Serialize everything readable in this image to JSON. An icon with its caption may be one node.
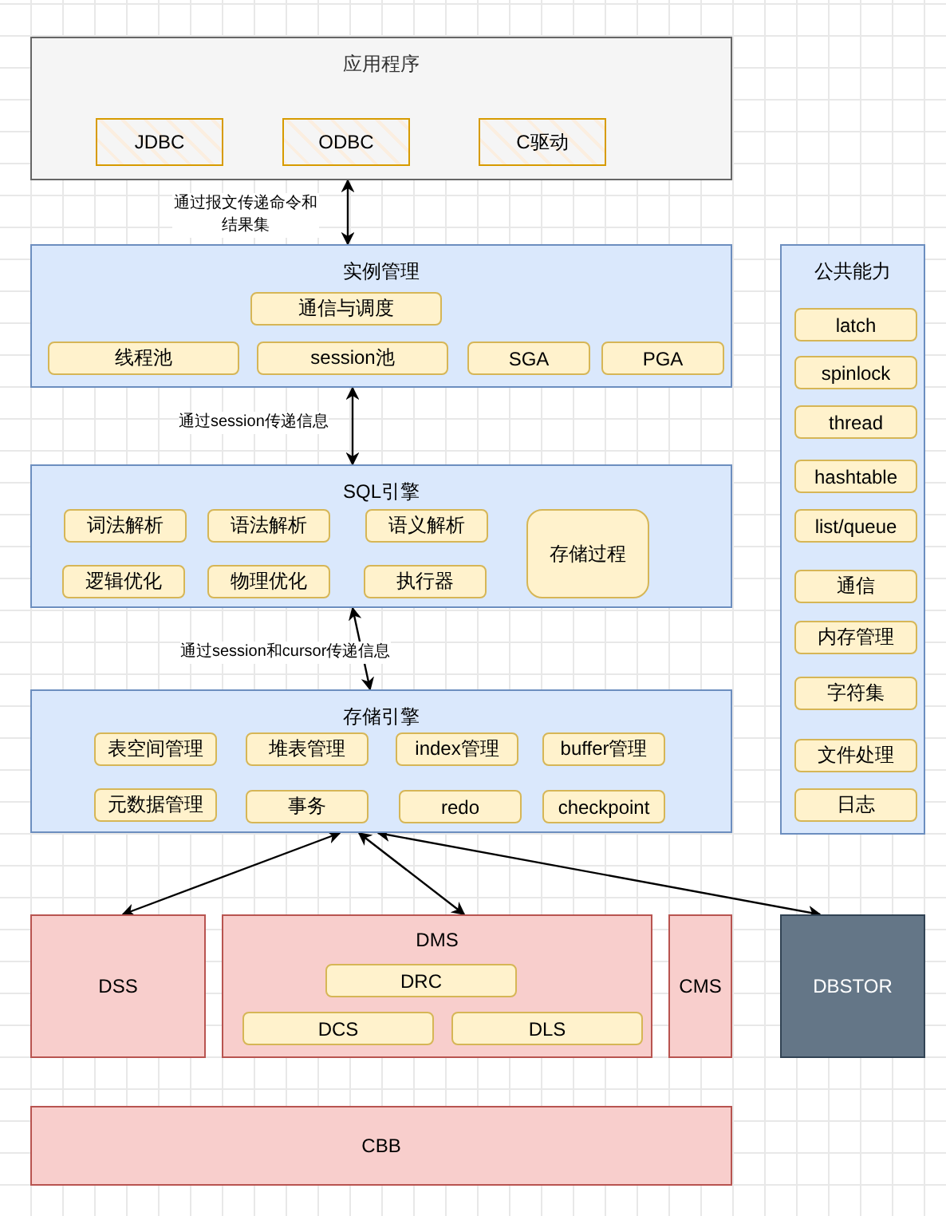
{
  "diagram": {
    "nodes": [
      {
        "text": [
          "应用程序"
        ]
      },
      {
        "text": [
          "JDBC"
        ],
        "in": 0
      },
      {
        "text": [
          "ODBC"
        ],
        "in": 0
      },
      {
        "text": [
          "C驱动"
        ],
        "in": 0
      },
      {
        "text": [
          "实例管理"
        ]
      },
      {
        "text": [
          "通信与调度"
        ],
        "in": 4
      },
      {
        "text": [
          "线程池"
        ],
        "in": 4
      },
      {
        "text": [
          "session池"
        ],
        "in": 4
      },
      {
        "text": [
          "SGA"
        ],
        "in": 4
      },
      {
        "text": [
          "PGA"
        ],
        "in": 4
      },
      {
        "text": [
          "SQL引擎"
        ]
      },
      {
        "text": [
          "词法解析"
        ],
        "in": 10
      },
      {
        "text": [
          "语法解析"
        ],
        "in": 10
      },
      {
        "text": [
          "语义解析"
        ],
        "in": 10
      },
      {
        "text": [
          "存储过程"
        ],
        "in": 10
      },
      {
        "text": [
          "逻辑优化"
        ],
        "in": 10
      },
      {
        "text": [
          "物理优化"
        ],
        "in": 10
      },
      {
        "text": [
          "执行器"
        ],
        "in": 10
      },
      {
        "text": [
          "存储引擎"
        ]
      },
      {
        "text": [
          "表空间管理"
        ],
        "in": 18
      },
      {
        "text": [
          "堆表管理"
        ],
        "in": 18
      },
      {
        "text": [
          "index管理"
        ],
        "in": 18
      },
      {
        "text": [
          "buffer管理"
        ],
        "in": 18
      },
      {
        "text": [
          "元数据管理"
        ],
        "in": 18
      },
      {
        "text": [
          "事务"
        ],
        "in": 18
      },
      {
        "text": [
          "redo"
        ],
        "in": 18
      },
      {
        "text": [
          "checkpoint"
        ],
        "in": 18
      },
      {
        "text": [
          "公共能力"
        ]
      },
      {
        "text": [
          "latch"
        ],
        "in": 27
      },
      {
        "text": [
          "spinlock"
        ],
        "in": 27
      },
      {
        "text": [
          "thread"
        ],
        "in": 27
      },
      {
        "text": [
          "hashtable"
        ],
        "in": 27
      },
      {
        "text": [
          "list/queue"
        ],
        "in": 27
      },
      {
        "text": [
          "通信"
        ],
        "in": 27
      },
      {
        "text": [
          "内存管理"
        ],
        "in": 27
      },
      {
        "text": [
          "字符集"
        ],
        "in": 27
      },
      {
        "text": [
          "文件处理"
        ],
        "in": 27
      },
      {
        "text": [
          "日志"
        ],
        "in": 27
      },
      {
        "text": [
          "DSS"
        ]
      },
      {
        "text": [
          "DMS"
        ]
      },
      {
        "text": [
          "DRC"
        ],
        "in": 39
      },
      {
        "text": [
          "DCS"
        ],
        "in": 39
      },
      {
        "text": [
          "DLS"
        ],
        "in": 39
      },
      {
        "text": [
          "CMS"
        ]
      },
      {
        "text": [
          "DBSTOR"
        ]
      },
      {
        "text": [
          "CBB"
        ]
      }
    ],
    "edges": [
      {
        "from": 0,
        "to": 4,
        "arrow": "both",
        "label": "通过报文传递命令和结果集"
      },
      {
        "from": 4,
        "to": 10,
        "arrow": "both",
        "label": "通过session传递信息"
      },
      {
        "from": 10,
        "to": 18,
        "arrow": "both",
        "label": "通过session和cursor传递信息"
      },
      {
        "from": 18,
        "to": 38,
        "arrow": "both"
      },
      {
        "from": 18,
        "to": 39,
        "arrow": "both"
      },
      {
        "from": 18,
        "to": 44,
        "arrow": "both"
      }
    ]
  }
}
